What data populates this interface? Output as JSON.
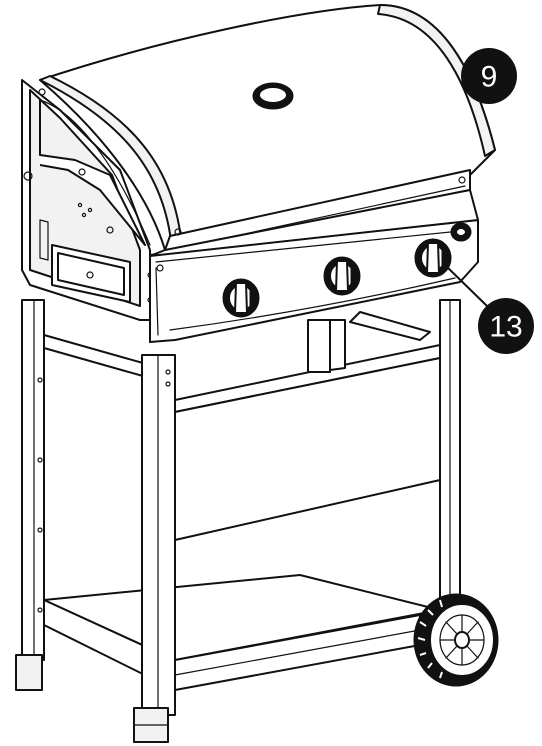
{
  "callouts": [
    {
      "label": "9",
      "target": "lid"
    },
    {
      "label": "13",
      "target": "burner-knob"
    }
  ],
  "colors": {
    "line": "#111111",
    "background": "#ffffff",
    "callout_fill": "#111111",
    "callout_text": "#ffffff"
  }
}
